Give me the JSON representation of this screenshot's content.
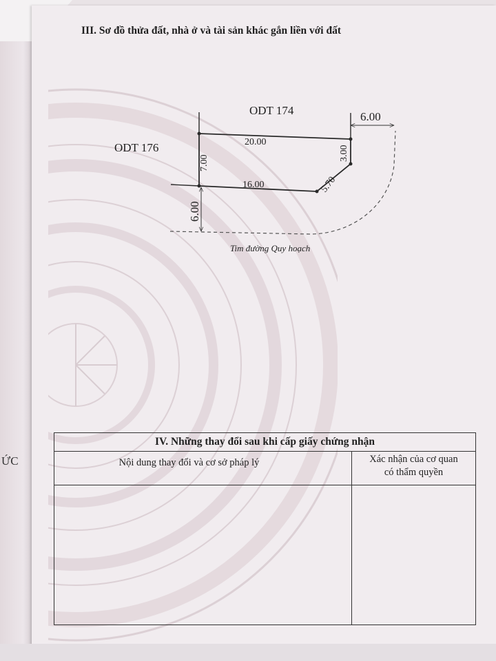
{
  "section_iii": {
    "title": "III. Sơ đồ thửa đất, nhà ở và tài sản khác gắn liền với đất"
  },
  "diagram": {
    "parcel_north": "ODT 174",
    "parcel_west": "ODT 176",
    "dim_top": "20.00",
    "dim_left": "7.00",
    "dim_bottom": "16.00",
    "dim_chamfer": "5.70",
    "dim_right": "3.00",
    "dim_road_east": "6.00",
    "dim_road_south": "6.00",
    "road_label": "Tim đường Quy hoạch"
  },
  "section_iv": {
    "title": "IV. Những thay đổi sau khi cấp giấy chứng nhận",
    "col_content": "Nội dung thay đổi và cơ sở pháp lý",
    "col_confirm_line1": "Xác nhận của cơ quan",
    "col_confirm_line2": "có thẩm quyền"
  },
  "left_page_fragment": "ỨC"
}
